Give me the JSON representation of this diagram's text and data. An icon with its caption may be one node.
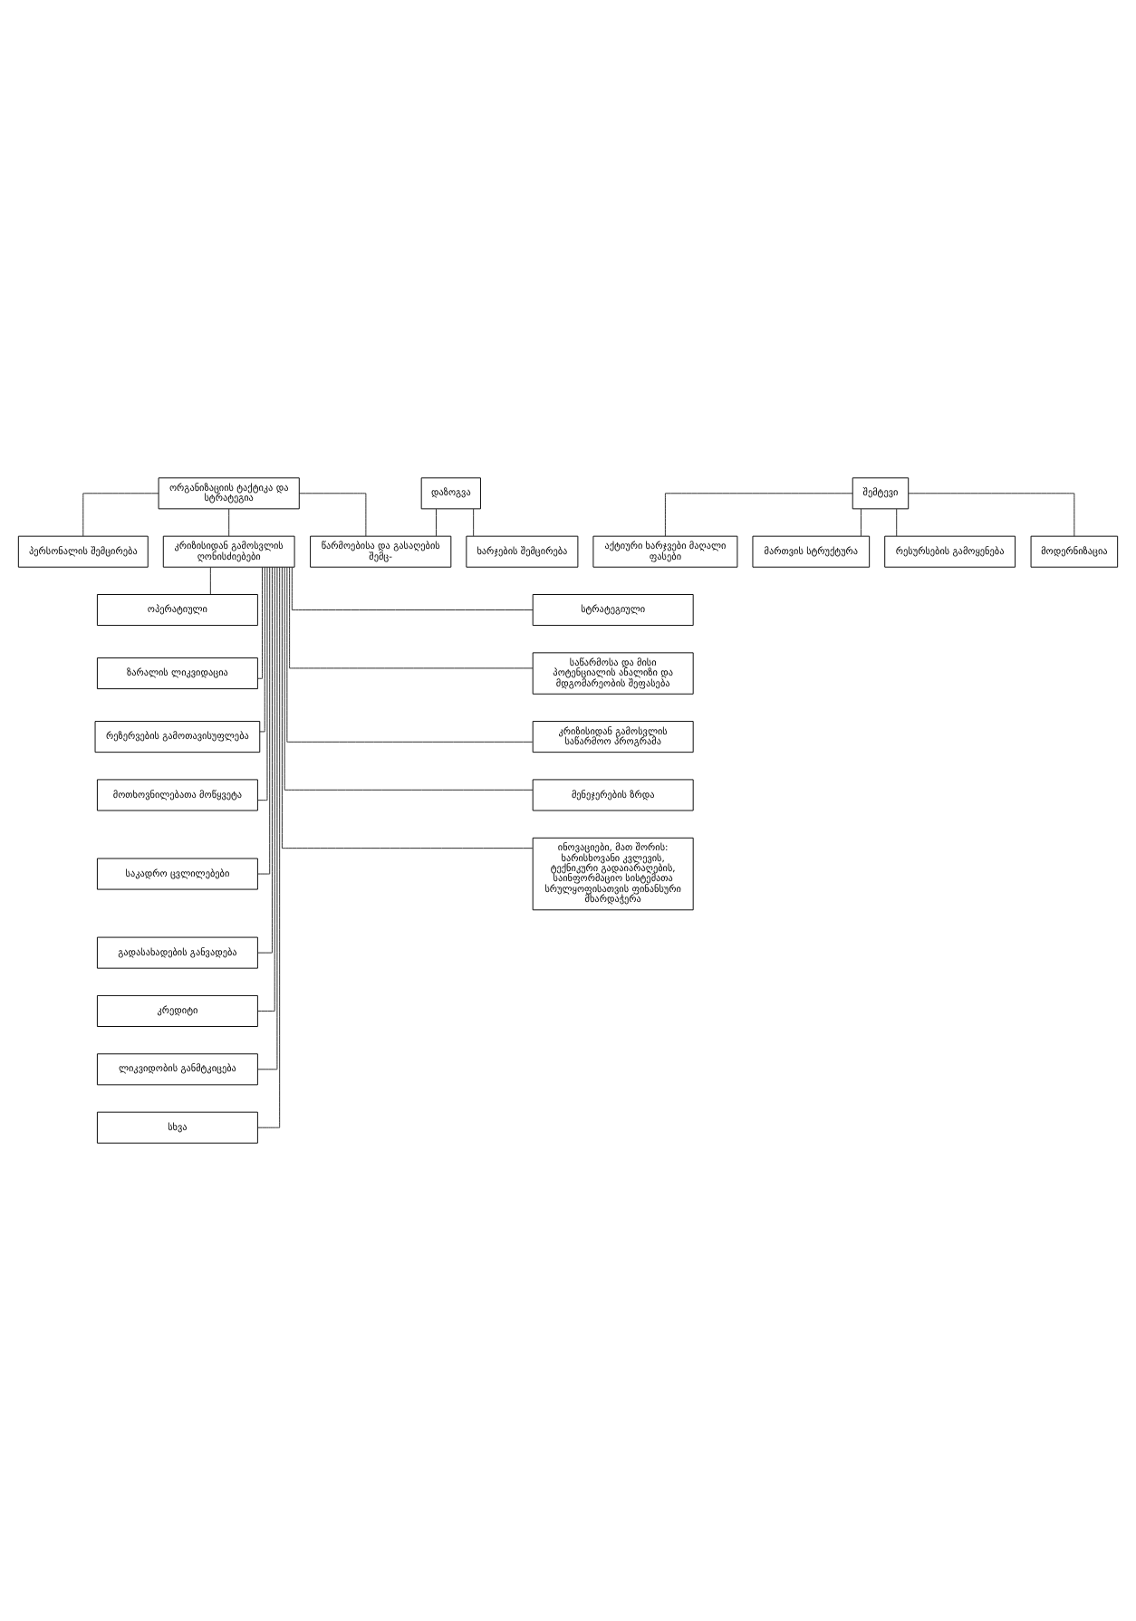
{
  "diagram": {
    "nodes": [
      {
        "text": [
          "ორგანიზაციის ტაქტიკა და სტრატეგია"
        ]
      },
      {
        "text": [
          "დაზოგვა"
        ]
      },
      {
        "text": [
          "ხარჯების შემცირება"
        ]
      },
      {
        "text": [
          "წარმოებისა და გასაღების შემც-"
        ]
      },
      {
        "text": [
          "შემტევი"
        ]
      },
      {
        "text": [
          "აქტიური ხარჯვები მაღალი ფასები"
        ]
      },
      {
        "text": [
          "მართვის სტრუქტურა"
        ]
      },
      {
        "text": [
          "პერსონალის შემცირება"
        ]
      },
      {
        "text": [
          "რესურსების გამოყენება"
        ]
      },
      {
        "text": [
          "მოდერნიზაცია"
        ]
      },
      {
        "text": [
          "კრიზისიდან გამოსვლის ღონისძიებები"
        ]
      },
      {
        "text": [
          "ოპერატიული"
        ]
      },
      {
        "text": [
          "ზარალის ლიკვიდაცია"
        ]
      },
      {
        "text": [
          "რეზერვების გამოთავისუფლება"
        ]
      },
      {
        "text": [
          "მოთხოვნილებათა მოწყვეტა"
        ]
      },
      {
        "text": [
          "საკადრო ცვლილებები"
        ]
      },
      {
        "text": [
          "გადასახადების განვადება"
        ]
      },
      {
        "text": [
          "კრედიტი"
        ]
      },
      {
        "text": [
          "ლიკვიდობის განმტკიცება"
        ]
      },
      {
        "text": [
          "სხვა"
        ]
      },
      {
        "text": [
          "სტრატეგიული"
        ]
      },
      {
        "text": [
          "საწარმოსა და მისი პოტენციალის ანალიზი და მდგომარეობის შეფასება"
        ]
      },
      {
        "text": [
          "კრიზისიდან გამოსვლის საწარმოო პროგრამა"
        ]
      },
      {
        "text": [
          "მენეჯერების ზრდა"
        ]
      },
      {
        "text": [
          "ინოვაციები, მათ შორის: ხარისხოვანი კვლევის, ტექნიკური გადაიარაღების, საინფორმაციო სისტემათა სრულყოფისათვის ფინანსური მხარდაჭერა"
        ]
      }
    ],
    "edges": [
      {
        "from": 1,
        "to": 2,
        "arrow": "none"
      },
      {
        "from": 1,
        "to": 3,
        "arrow": "none"
      },
      {
        "from": 0,
        "to": 3,
        "arrow": "none"
      },
      {
        "from": 0,
        "to": 7,
        "arrow": "none"
      },
      {
        "from": 4,
        "to": 5,
        "arrow": "none"
      },
      {
        "from": 4,
        "to": 6,
        "arrow": "none"
      },
      {
        "from": 4,
        "to": 8,
        "arrow": "none"
      },
      {
        "from": 4,
        "to": 9,
        "arrow": "none"
      },
      {
        "from": 0,
        "to": 10,
        "arrow": "none"
      },
      {
        "from": 10,
        "to": 11,
        "arrow": "none"
      },
      {
        "from": 10,
        "to": 12,
        "arrow": "none"
      },
      {
        "from": 10,
        "to": 13,
        "arrow": "none"
      },
      {
        "from": 10,
        "to": 14,
        "arrow": "none"
      },
      {
        "from": 10,
        "to": 15,
        "arrow": "none"
      },
      {
        "from": 10,
        "to": 16,
        "arrow": "none"
      },
      {
        "from": 10,
        "to": 17,
        "arrow": "none"
      },
      {
        "from": 10,
        "to": 18,
        "arrow": "none"
      },
      {
        "from": 10,
        "to": 19,
        "arrow": "none"
      },
      {
        "from": 10,
        "to": 20,
        "arrow": "none"
      },
      {
        "from": 10,
        "to": 21,
        "arrow": "none"
      },
      {
        "from": 10,
        "to": 22,
        "arrow": "none"
      },
      {
        "from": 10,
        "to": 23,
        "arrow": "none"
      },
      {
        "from": 10,
        "to": 24,
        "arrow": "none"
      }
    ]
  }
}
